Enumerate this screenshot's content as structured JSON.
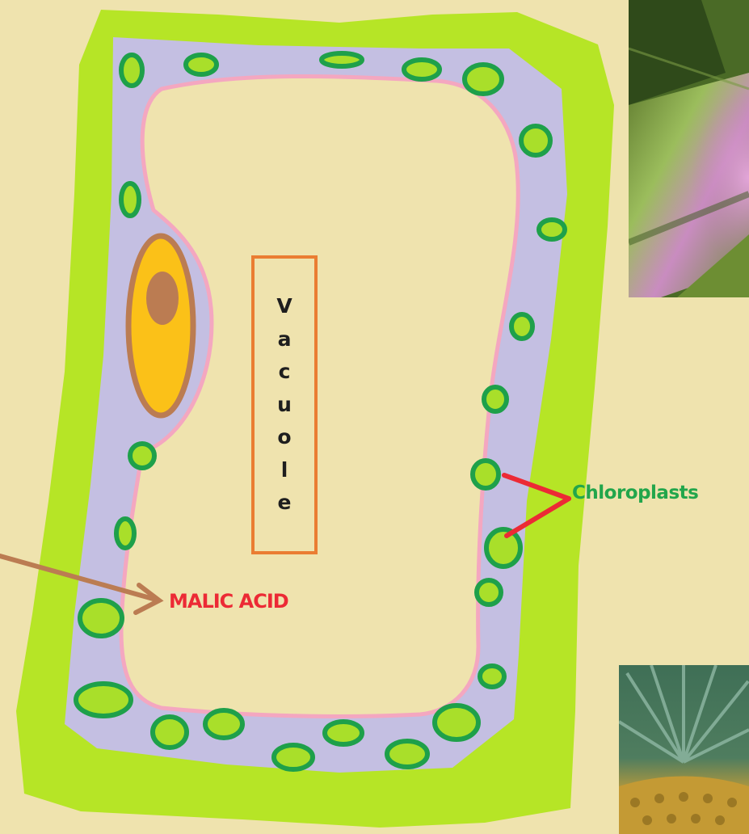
{
  "diagram": {
    "vacuole_label": [
      "V",
      "a",
      "c",
      "u",
      "o",
      "l",
      "e"
    ],
    "chloroplasts_label": "Chloroplasts",
    "malic_acid_label": "MALIC ACID",
    "colors": {
      "background": "#efe3ae",
      "cell_wall": "#b6e526",
      "cytoplasm": "#c4bfe2",
      "membrane": "#f4a7c0",
      "vacuole_fill": "#efe3ae",
      "chloroplast_outline": "#1ea04a",
      "chloroplast_fill": "#a9df2a",
      "nucleus_fill": "#fbc118",
      "nucleus_outline": "#bb7c52",
      "nucleolus": "#bb7c52",
      "vacuole_box": "#ea7d32",
      "chloroplast_pointer": "#ec2a35",
      "malic_arrow": "#bb7c52"
    },
    "photos": [
      "bromeliad-leaf-photo",
      "pineapple-photo"
    ]
  }
}
